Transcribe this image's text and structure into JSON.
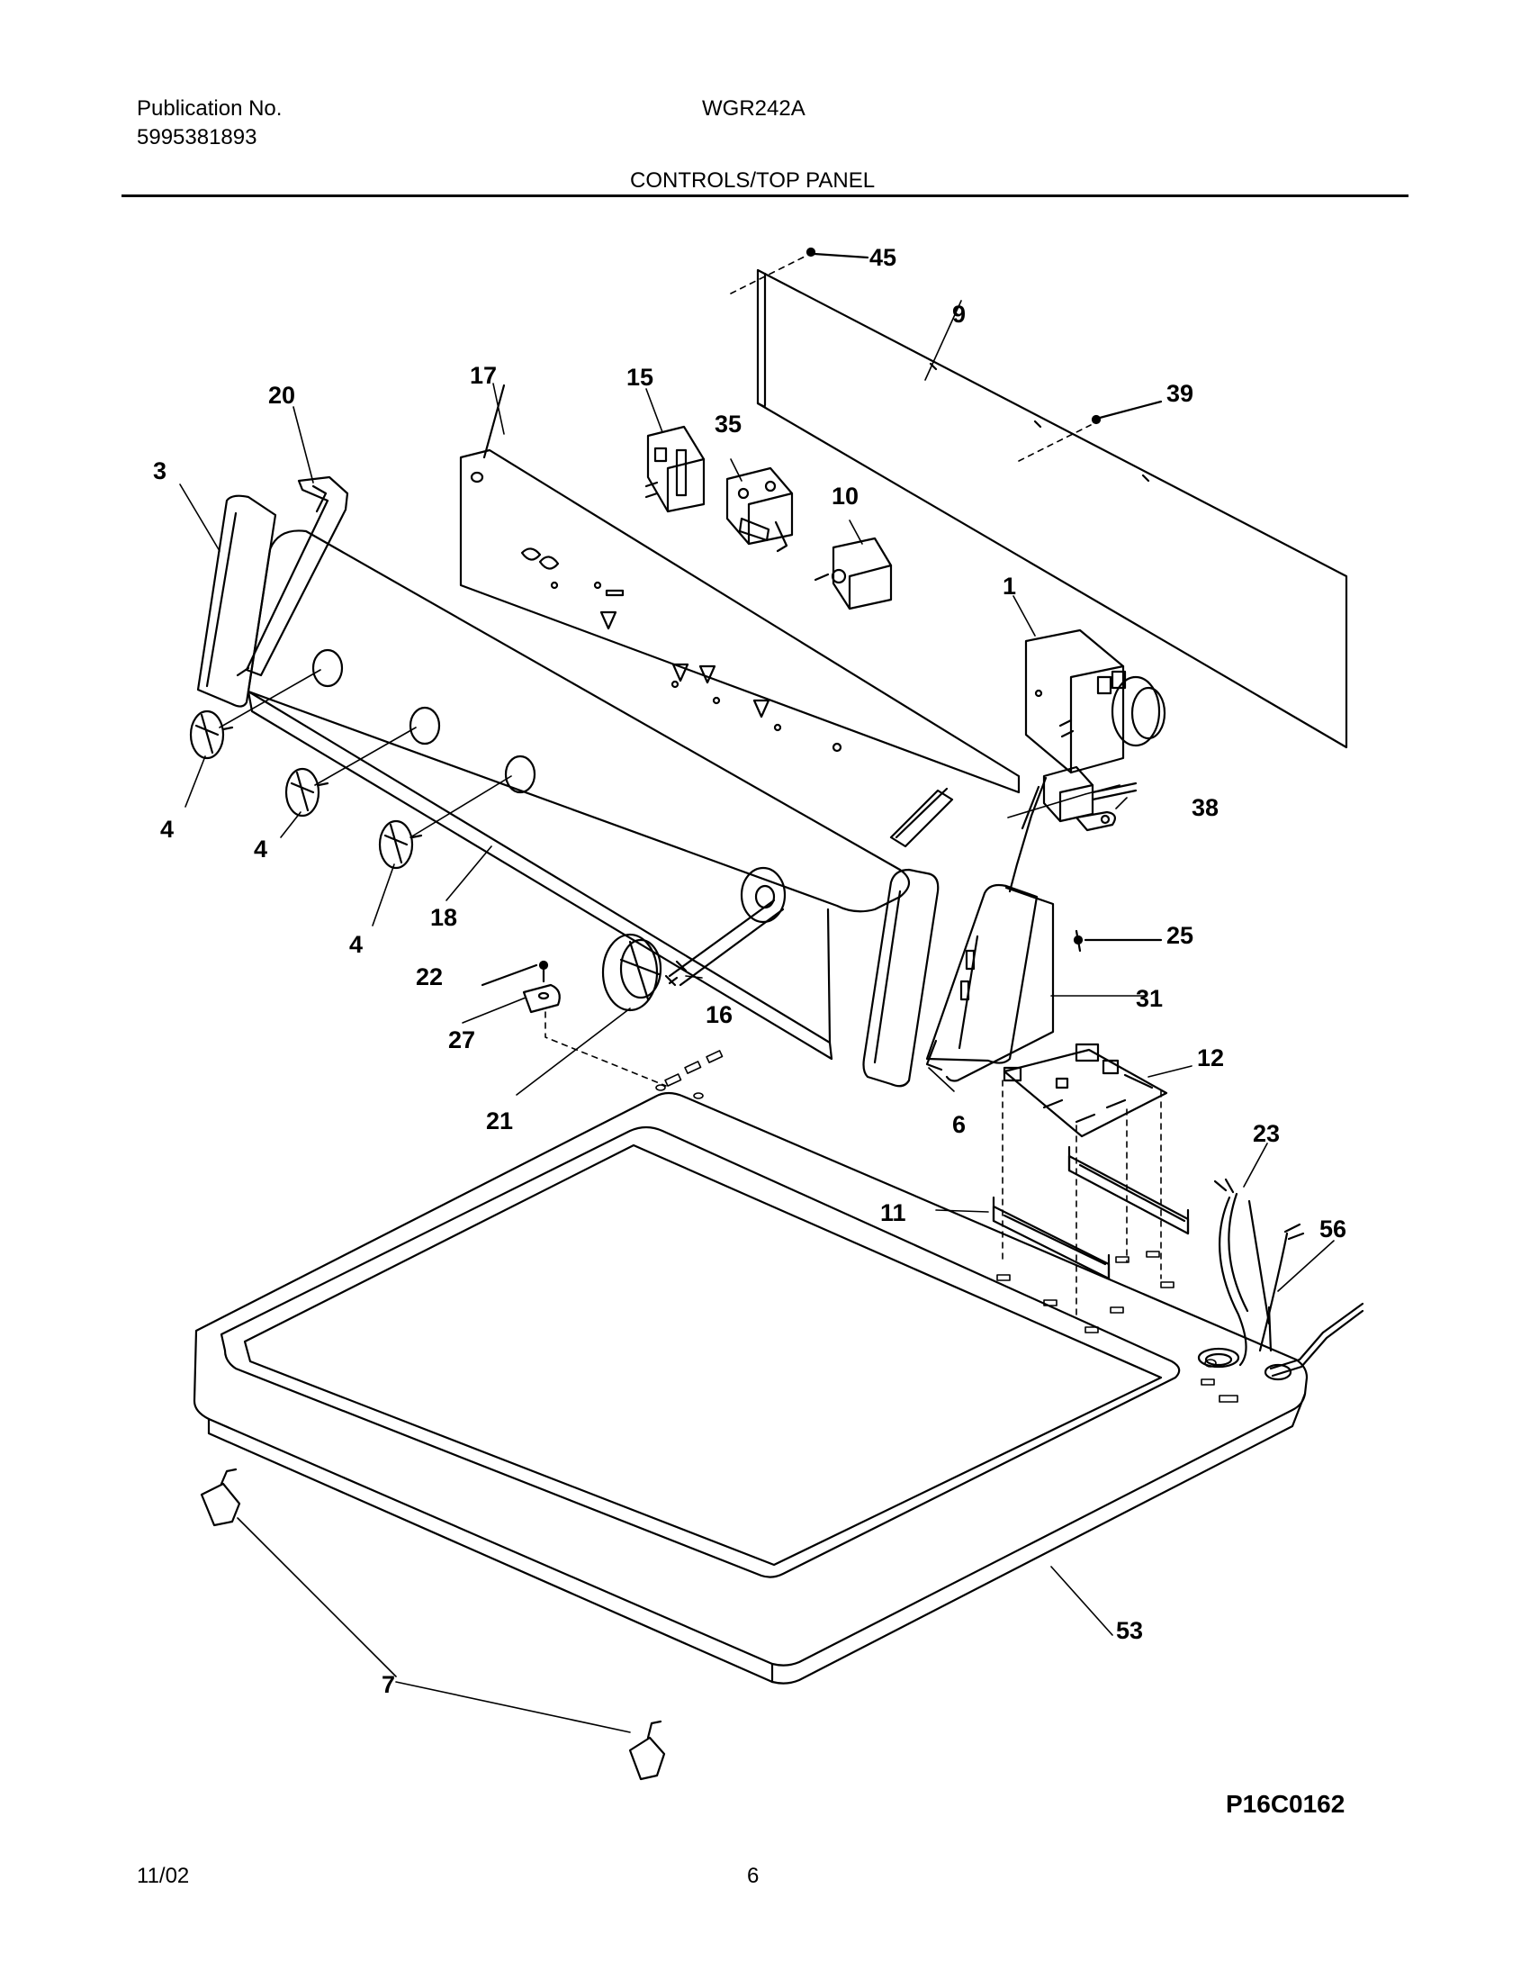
{
  "header": {
    "publication_label": "Publication No.",
    "publication_number": "5995381893",
    "model": "WGR242A",
    "section_title": "CONTROLS/TOP PANEL"
  },
  "callouts": [
    {
      "id": "c45",
      "label": "45"
    },
    {
      "id": "c9",
      "label": "9"
    },
    {
      "id": "c39",
      "label": "39"
    },
    {
      "id": "c17",
      "label": "17"
    },
    {
      "id": "c15",
      "label": "15"
    },
    {
      "id": "c20",
      "label": "20"
    },
    {
      "id": "c35",
      "label": "35"
    },
    {
      "id": "c3",
      "label": "3"
    },
    {
      "id": "c10",
      "label": "10"
    },
    {
      "id": "c1",
      "label": "1"
    },
    {
      "id": "c4a",
      "label": "4"
    },
    {
      "id": "c4b",
      "label": "4"
    },
    {
      "id": "c4c",
      "label": "4"
    },
    {
      "id": "c38",
      "label": "38"
    },
    {
      "id": "c18",
      "label": "18"
    },
    {
      "id": "c25",
      "label": "25"
    },
    {
      "id": "c22",
      "label": "22"
    },
    {
      "id": "c31",
      "label": "31"
    },
    {
      "id": "c16",
      "label": "16"
    },
    {
      "id": "c27",
      "label": "27"
    },
    {
      "id": "c12",
      "label": "12"
    },
    {
      "id": "c21",
      "label": "21"
    },
    {
      "id": "c6",
      "label": "6"
    },
    {
      "id": "c23",
      "label": "23"
    },
    {
      "id": "c11",
      "label": "11"
    },
    {
      "id": "c56",
      "label": "56"
    },
    {
      "id": "c53",
      "label": "53"
    },
    {
      "id": "c7",
      "label": "7"
    }
  ],
  "diagram_id": "P16C0162",
  "footer": {
    "date": "11/02",
    "page_number": "6"
  }
}
